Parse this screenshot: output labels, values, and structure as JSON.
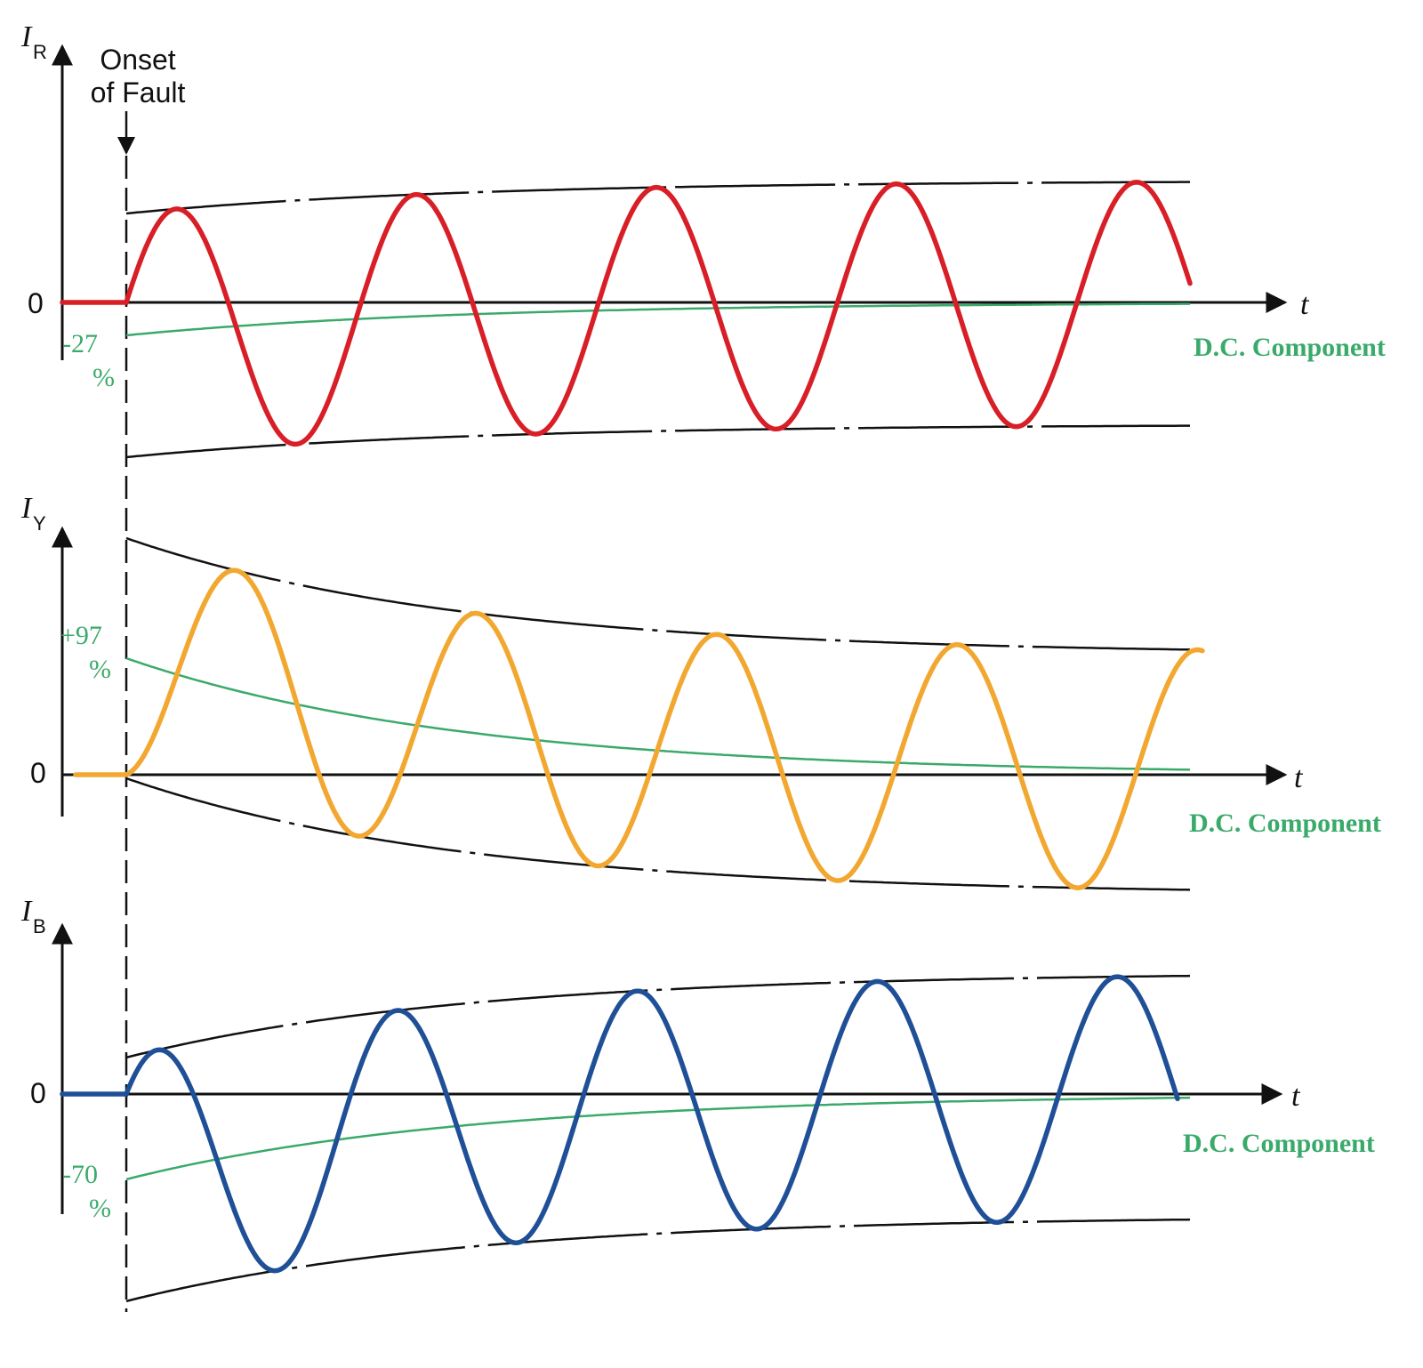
{
  "onset_label": [
    "Onset",
    "of Fault"
  ],
  "colors": {
    "axis": "#111111",
    "envelope": "#111111",
    "dc": "#3aaa6a",
    "R": "#d81e26",
    "Y": "#f2a730",
    "B": "#1f4f96"
  },
  "chart_data": [
    {
      "type": "line",
      "axis_symbol": "I",
      "axis_subscript": "R",
      "xlabel": "t",
      "zero_label": "0",
      "dc_label": "D.C. Component",
      "dc_offset_label": "-27",
      "dc_unit_label": "%",
      "dc_offset_percent": -27,
      "color_key": "R",
      "series": [
        {
          "name": "I_R"
        },
        {
          "name": "D.C. Component"
        }
      ]
    },
    {
      "type": "line",
      "axis_symbol": "I",
      "axis_subscript": "Y",
      "xlabel": "t",
      "zero_label": "0",
      "dc_label": "D.C. Component",
      "dc_offset_label": "+97",
      "dc_unit_label": "%",
      "dc_offset_percent": 97,
      "color_key": "Y",
      "series": [
        {
          "name": "I_Y"
        },
        {
          "name": "D.C. Component"
        }
      ]
    },
    {
      "type": "line",
      "axis_symbol": "I",
      "axis_subscript": "B",
      "xlabel": "t",
      "zero_label": "0",
      "dc_label": "D.C. Component",
      "dc_offset_label": "-70",
      "dc_unit_label": "%",
      "dc_offset_percent": -70,
      "color_key": "B",
      "series": [
        {
          "name": "I_B"
        },
        {
          "name": "D.C. Component"
        }
      ]
    }
  ]
}
